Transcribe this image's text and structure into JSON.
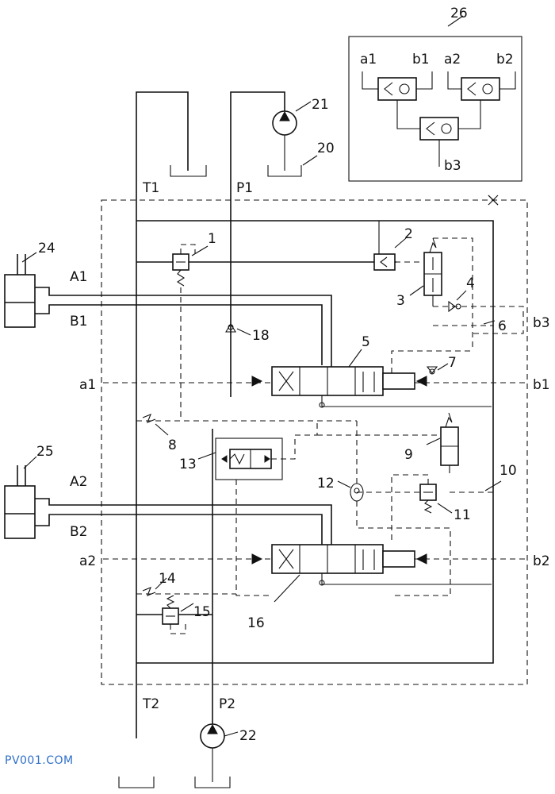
{
  "ports": {
    "t1": "T1",
    "p1": "P1",
    "t2": "T2",
    "p2": "P2",
    "a1_cyl": "A1",
    "b1_cyl": "B1",
    "a2_cyl": "A2",
    "b2_cyl": "B2",
    "a1_pilot": "a1",
    "b1_pilot": "b1",
    "a2_pilot": "a2",
    "b2_pilot": "b2",
    "b3_pilot": "b3"
  },
  "inset": {
    "a1": "a1",
    "b1": "b1",
    "a2": "a2",
    "b2": "b2",
    "b3": "b3"
  },
  "callouts": {
    "n1": "1",
    "n2": "2",
    "n3": "3",
    "n4": "4",
    "n5": "5",
    "n6": "6",
    "n7": "7",
    "n8": "8",
    "n9": "9",
    "n10": "10",
    "n11": "11",
    "n12": "12",
    "n13": "13",
    "n14": "14",
    "n15": "15",
    "n16": "16",
    "n18": "18",
    "n20": "20",
    "n21": "21",
    "n22": "22",
    "n24": "24",
    "n25": "25",
    "n26": "26"
  },
  "watermark": "PV001.COM"
}
